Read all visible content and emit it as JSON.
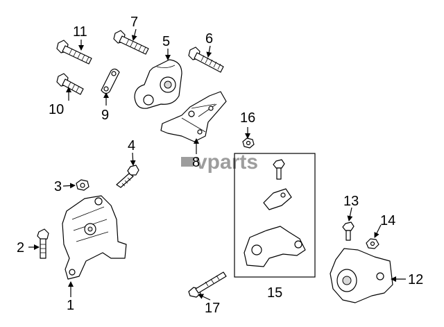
{
  "watermark": "vparts",
  "callouts": {
    "p1": "1",
    "p2": "2",
    "p3": "3",
    "p4": "4",
    "p5": "5",
    "p6": "6",
    "p7": "7",
    "p8": "8",
    "p9": "9",
    "p10": "10",
    "p11": "11",
    "p12": "12",
    "p13": "13",
    "p14": "14",
    "p15": "15",
    "p16": "16",
    "p17": "17"
  }
}
